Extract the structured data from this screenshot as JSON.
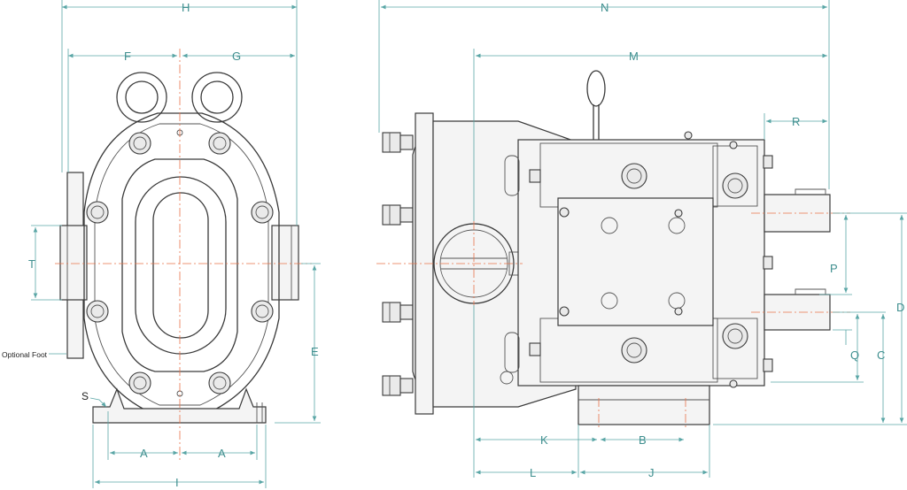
{
  "dimension_labels": {
    "H": "H",
    "F": "F",
    "G": "G",
    "T": "T",
    "E": "E",
    "S": "S",
    "A_left": "A",
    "A_right": "A",
    "I": "I",
    "N": "N",
    "M": "M",
    "R": "R",
    "P": "P",
    "D": "D",
    "Q": "Q",
    "C": "C",
    "K": "K",
    "B": "B",
    "L": "L",
    "J": "J"
  },
  "notes": {
    "optional_foot": "Optional Foot"
  },
  "colors": {
    "dimension": "#5aa6a6",
    "centerline": "#e8734a",
    "outline": "#3a3a3a",
    "label": "#3f8f8f"
  }
}
